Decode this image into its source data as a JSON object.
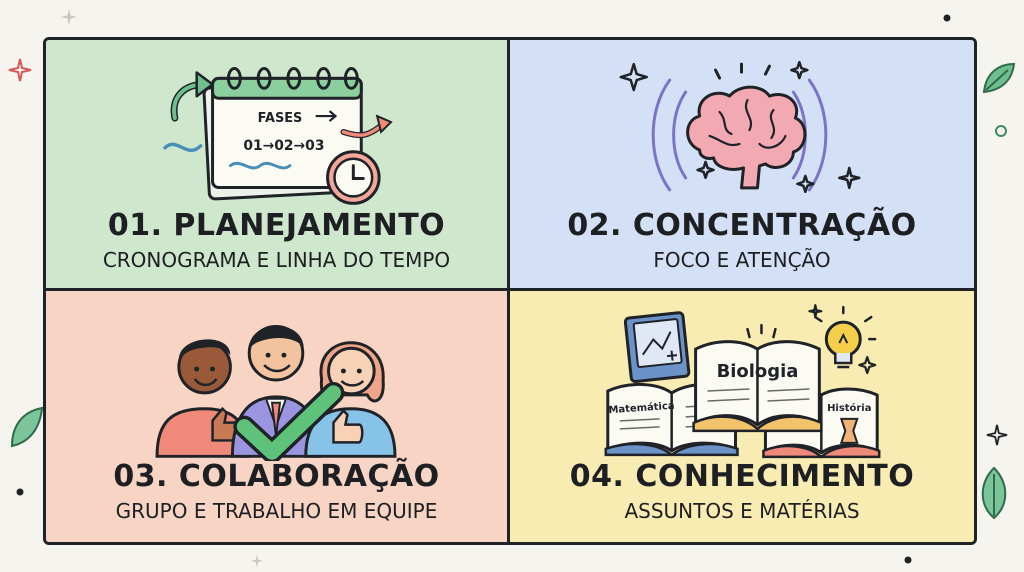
{
  "colors": {
    "planejamento_bg": "#cfe8cd",
    "concentracao_bg": "#d4e0f6",
    "colaboracao_bg": "#f7d4c4",
    "conhecimento_bg": "#f9ecb2",
    "outline": "#1f2328"
  },
  "cards": [
    {
      "number": "01",
      "title": "01. PLANEJAMENTO",
      "subtitle": "CRONOGRAMA E LINHA DO TEMPO",
      "icon": "calendar-clock-icon",
      "calendar_heading": "FASES",
      "calendar_sequence": "01→02→03"
    },
    {
      "number": "02",
      "title": "02. CONCENTRAÇÃO",
      "subtitle": "FOCO E ATENÇÃO",
      "icon": "brain-icon"
    },
    {
      "number": "03",
      "title": "03. COLABORAÇÃO",
      "subtitle": "GRUPO E TRABALHO EM EQUIPE",
      "icon": "team-checkmark-icon"
    },
    {
      "number": "04",
      "title": "04. CONHECIMENTO",
      "subtitle": "ASSUNTOS E MATÉRIAS",
      "icon": "books-lightbulb-icon",
      "book_labels": [
        "Biologia",
        "Matemática",
        "História"
      ]
    }
  ]
}
